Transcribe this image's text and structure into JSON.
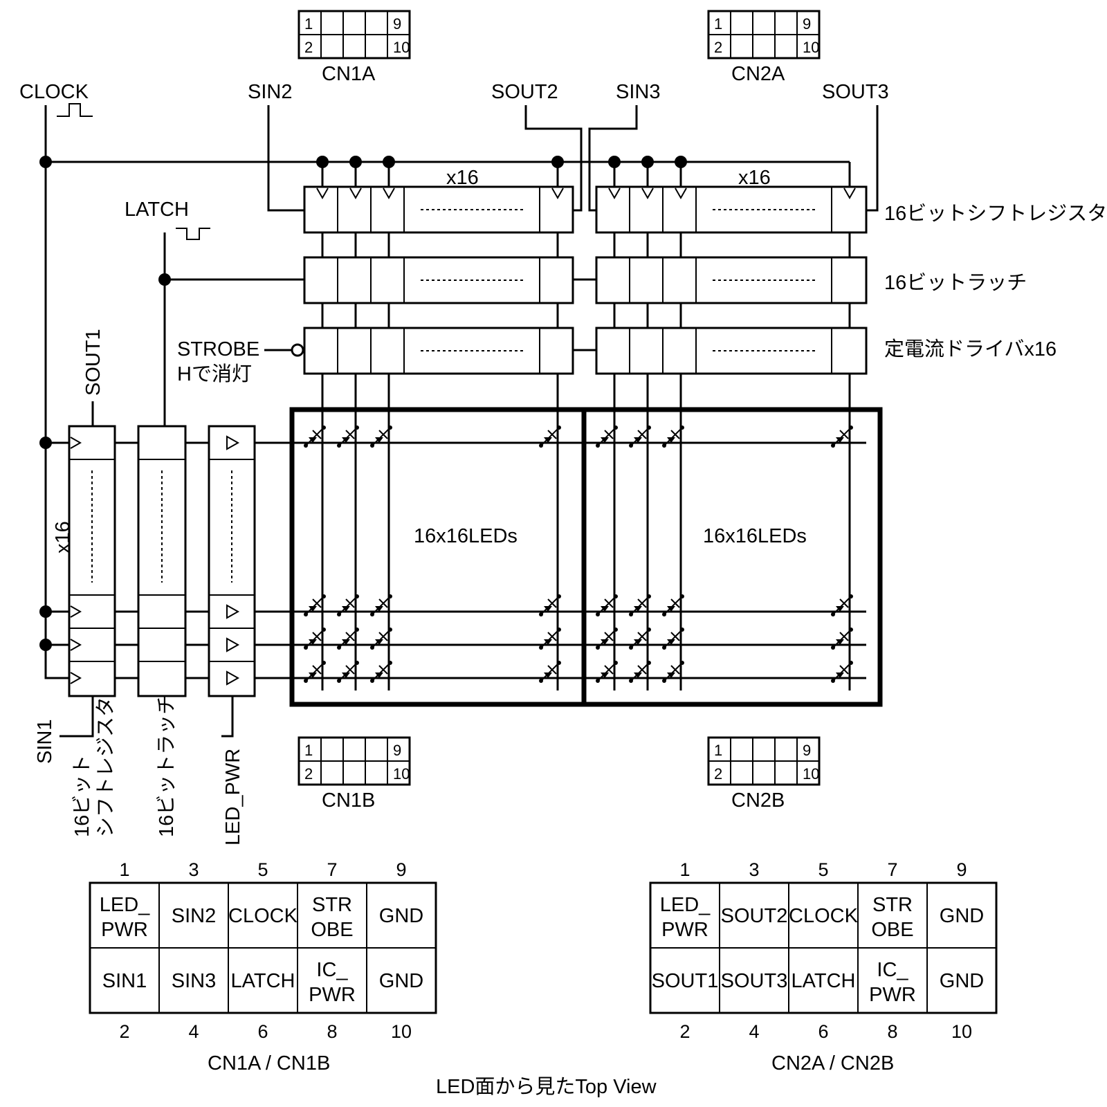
{
  "signals": {
    "clock": "CLOCK",
    "latch": "LATCH",
    "sin1": "SIN1",
    "sin2": "SIN2",
    "sin3": "SIN3",
    "sout1": "SOUT1",
    "sout2": "SOUT2",
    "sout3": "SOUT3",
    "strobe": "STROBE",
    "strobe_note": "Hで消灯",
    "led_pwr": "LED_PWR"
  },
  "right_labels": {
    "shift_register": "16ビットシフトレジスタ",
    "latch": "16ビットラッチ",
    "driver": "定電流ドライバx16"
  },
  "multipliers": {
    "top_left": "x16",
    "top_right": "x16",
    "left": "x16"
  },
  "column_labels": {
    "shift_register_a": "16ビット",
    "shift_register_b": "シフトレジスタ",
    "latch": "16ビットラッチ",
    "led_pwr": "LED_PWR"
  },
  "matrix": {
    "left_label": "16x16LEDs",
    "right_label": "16x16LEDs"
  },
  "connectors": {
    "cn1a": "CN1A",
    "cn2a": "CN2A",
    "cn1b": "CN1B",
    "cn2b": "CN2B",
    "pin_1": "1",
    "pin_2": "2",
    "pin_9": "9",
    "pin_10": "10"
  },
  "pinout_cn1": {
    "title": "CN1A / CN1B",
    "top_numbers": [
      "1",
      "3",
      "5",
      "7",
      "9"
    ],
    "bottom_numbers": [
      "2",
      "4",
      "6",
      "8",
      "10"
    ],
    "row1": [
      "LED_|PWR",
      "SIN2",
      "CLOCK",
      "STR|OBE",
      "GND"
    ],
    "row2": [
      "SIN1",
      "SIN3",
      "LATCH",
      "IC_|PWR",
      "GND"
    ]
  },
  "pinout_cn2": {
    "title": "CN2A / CN2B",
    "top_numbers": [
      "1",
      "3",
      "5",
      "7",
      "9"
    ],
    "bottom_numbers": [
      "2",
      "4",
      "6",
      "8",
      "10"
    ],
    "row1": [
      "LED_|PWR",
      "SOUT2",
      "CLOCK",
      "STR|OBE",
      "GND"
    ],
    "row2": [
      "SOUT1",
      "SOUT3",
      "LATCH",
      "IC_|PWR",
      "GND"
    ]
  },
  "footer": "LED面から見たTop View"
}
